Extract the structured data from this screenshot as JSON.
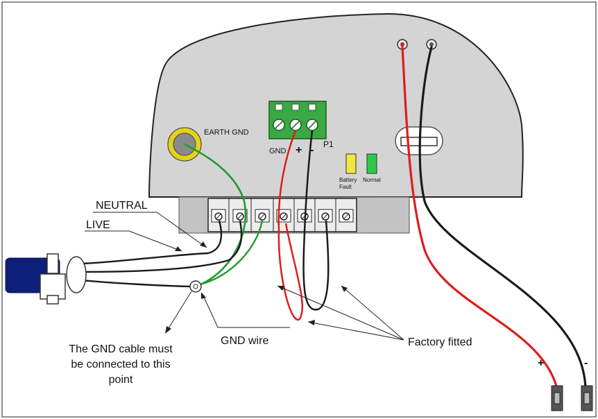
{
  "labels": {
    "earth_gnd": "EARTH GND",
    "p1": "P1",
    "gnd": "GND",
    "plus": "+",
    "minus": "-",
    "battery_fault_line1": "Battery",
    "battery_fault_line2": "Fault",
    "normal": "Normal",
    "neutral": "NEUTRAL",
    "live": "LIVE",
    "gnd_note_line1": "The GND cable must",
    "gnd_note_line2": "be connected to this",
    "gnd_note_line3": "point",
    "gnd_wire": "GND wire",
    "factory_fitted": "Factory fitted",
    "lead_plus": "+",
    "lead_minus": "-"
  },
  "colors": {
    "housing": "#d4d4d4",
    "terminal_block": "#ececec",
    "connector_green": "#3aa845",
    "earth_ring": "#e2d21a",
    "led_battery_fault": "#f2e640",
    "led_normal": "#2ec94a",
    "wire_red": "#e01b1b",
    "wire_black": "#1a1a1a",
    "wire_green": "#1f9a2e",
    "plug": "#0e1f7a"
  },
  "icons": {
    "earth": "earth-ground-stud",
    "connector": "screw-terminal",
    "plug": "mains-plug"
  }
}
